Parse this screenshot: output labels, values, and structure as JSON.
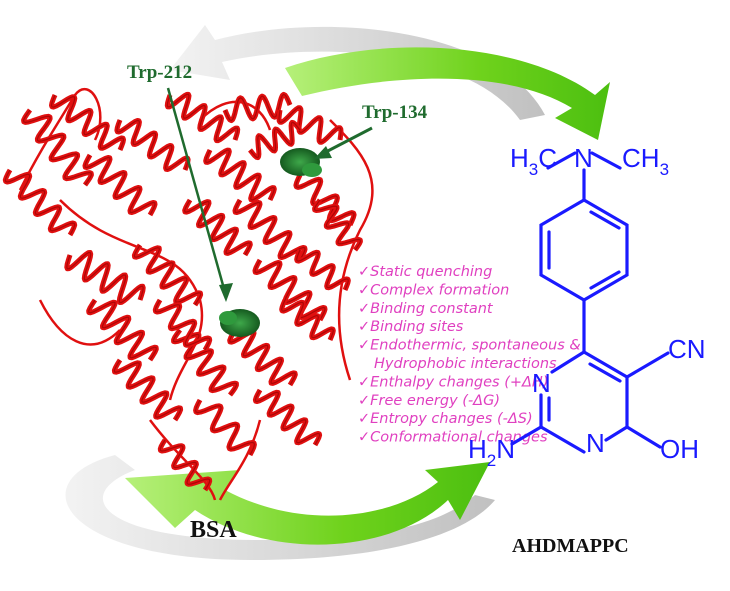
{
  "labels": {
    "trp212": "Trp-212",
    "trp134": "Trp-134",
    "bsa": "BSA",
    "compound": "AHDMAPPC"
  },
  "properties": [
    "✓Static quenching",
    "✓Complex formation",
    "✓Binding constant",
    "✓Binding sites",
    "✓Endothermic, spontaneous &",
    "Hydrophobic interactions",
    "✓Enthalpy changes (+ΔH)",
    "✓Free energy (-ΔG)",
    "✓Entropy changes (-ΔS)",
    "✓Conformational changes"
  ],
  "molecule": {
    "h3c": "H",
    "h3c_sub": "3",
    "h3c_tail": "C",
    "n_amine": "N",
    "ch3": "CH",
    "ch3_sub": "3",
    "cn": "CN",
    "n_ring_left": "N",
    "n_ring_bottom": "N",
    "h2n": "H",
    "h2n_sub": "2",
    "h2n_tail": "N",
    "oh": "OH"
  },
  "colors": {
    "protein": "#e01010",
    "tryptophan": "#1e7a2a",
    "label_green": "#1f6b2e",
    "properties": "#e040c0",
    "molecule": "#1a1aff",
    "arrow_green": "#6fd21c",
    "arrow_gray": "#c8c8c8"
  }
}
